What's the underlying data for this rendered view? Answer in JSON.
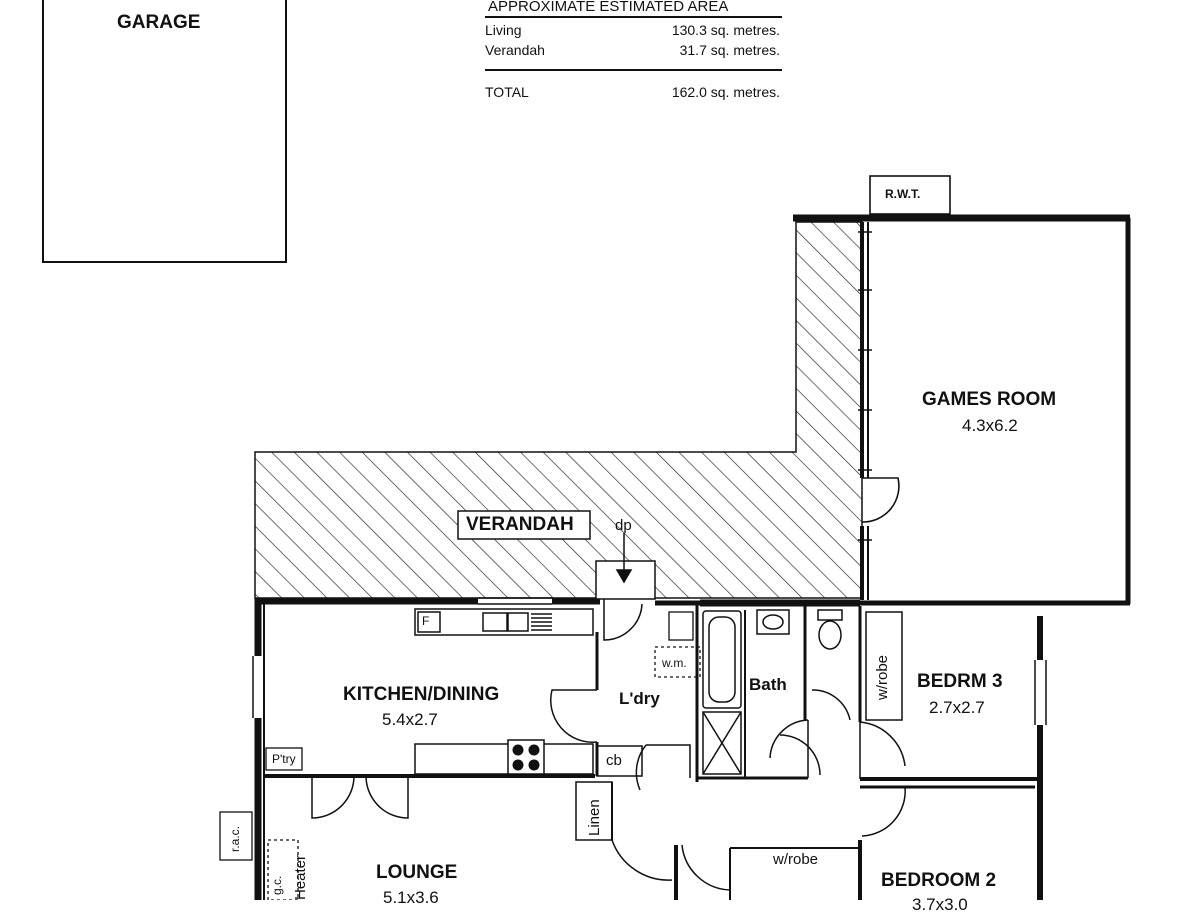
{
  "area_table": {
    "heading": "APPROXIMATE ESTIMATED AREA",
    "rows": [
      {
        "label": "Living",
        "value": "130.3 sq. metres."
      },
      {
        "label": "Verandah",
        "value": "31.7 sq. metres."
      }
    ],
    "total": {
      "label": "TOTAL",
      "value": "162.0 sq. metres."
    }
  },
  "rooms": {
    "garage": "GARAGE",
    "games_room": {
      "name": "GAMES ROOM",
      "size": "4.3x6.2"
    },
    "verandah": "VERANDAH",
    "kitchen": {
      "name": "KITCHEN/DINING",
      "size": "5.4x2.7"
    },
    "laundry": "L'dry",
    "bath": "Bath",
    "bedroom3": {
      "name": "BEDRM 3",
      "size": "2.7x2.7"
    },
    "lounge": {
      "name": "LOUNGE",
      "size": "5.1x3.6"
    },
    "bedroom2": {
      "name": "BEDROOM 2",
      "size": "3.7x3.0"
    }
  },
  "fixtures": {
    "rwt": "R.W.T.",
    "dp": "dp",
    "wm": "w.m.",
    "cb": "cb",
    "linen": "Linen",
    "wrobe_bed3": "w/robe",
    "wrobe_bed2": "w/robe",
    "pantry": "P'try",
    "fridge": "F",
    "rac": "r.a.c.",
    "heater": "Heater",
    "gas": "g.c."
  }
}
